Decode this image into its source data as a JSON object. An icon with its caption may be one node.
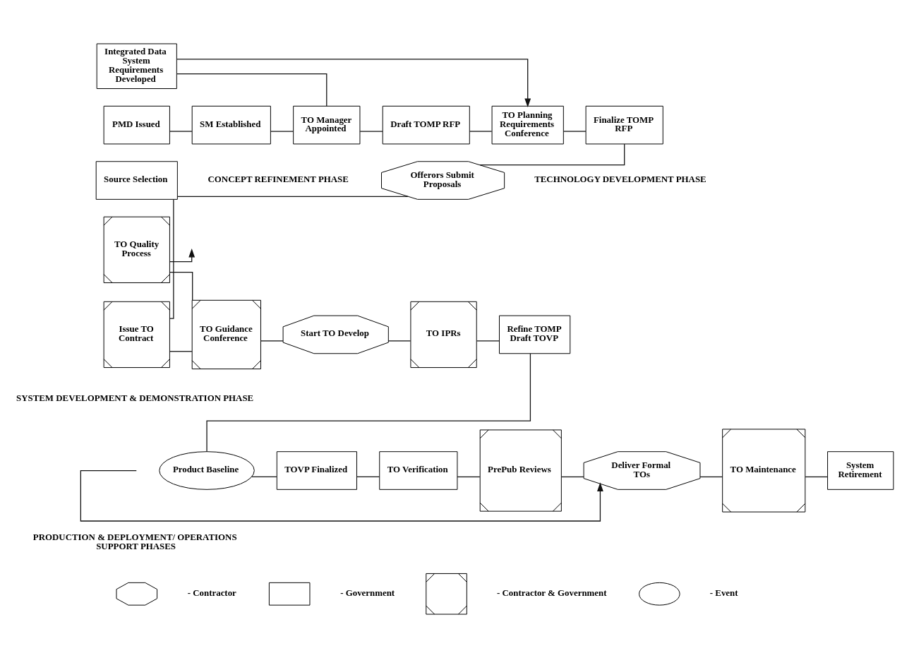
{
  "diagram": {
    "nodes": [
      {
        "text": [
          "PMD Issued"
        ]
      },
      {
        "text": [
          "SM Established"
        ]
      },
      {
        "text": [
          "TO Manager Appointed"
        ]
      },
      {
        "text": [
          "Integrated Data System Requirements Developed"
        ]
      },
      {
        "text": [
          "Draft TOMP RFP"
        ]
      },
      {
        "text": [
          "TO Planning Requirements Conference"
        ]
      },
      {
        "text": [
          "Finalize TOMP RFP"
        ]
      },
      {
        "text": [
          "Source Selection"
        ]
      },
      {
        "text": [
          "Offerors Submit Proposals"
        ]
      },
      {
        "text": [
          "Issue TO Contract"
        ]
      },
      {
        "text": [
          "TO Guidance Conference"
        ]
      },
      {
        "text": [
          "TO Quality Process"
        ]
      },
      {
        "text": [
          "Start TO Develop"
        ]
      },
      {
        "text": [
          "TO IPRs"
        ]
      },
      {
        "text": [
          "Refine TOMP Draft TOVP"
        ]
      },
      {
        "text": [
          "Product Baseline"
        ]
      },
      {
        "text": [
          "TOVP Finalized"
        ]
      },
      {
        "text": [
          "TO Verification"
        ]
      },
      {
        "text": [
          "PrePub Reviews"
        ]
      },
      {
        "text": [
          "Deliver Formal TOs"
        ]
      },
      {
        "text": [
          "TO Maintenance"
        ]
      },
      {
        "text": [
          "System Retirement"
        ]
      },
      {
        "text": [],
        "shape": "octagon"
      },
      {
        "text": [],
        "shape": "box"
      },
      {
        "text": [],
        "shape": "square"
      },
      {
        "text": [],
        "shape": "ellipse"
      }
    ],
    "edges": [
      {
        "from": 0,
        "to": 1,
        "arrow": "none"
      },
      {
        "from": 1,
        "to": 2,
        "arrow": "none"
      },
      {
        "from": 2,
        "to": 4,
        "arrow": "none"
      },
      {
        "from": 2,
        "to": 3,
        "arrow": "none"
      },
      {
        "from": 3,
        "to": 5,
        "arrow": "to"
      },
      {
        "from": 4,
        "to": 5,
        "arrow": "none"
      },
      {
        "from": 5,
        "to": 6,
        "arrow": "none"
      },
      {
        "from": 6,
        "to": 8,
        "arrow": "none"
      },
      {
        "from": 8,
        "to": 7,
        "arrow": "none"
      },
      {
        "from": 7,
        "to": 9,
        "arrow": "none"
      },
      {
        "from": 9,
        "to": 10,
        "arrow": "none"
      },
      {
        "from": 10,
        "to": 12,
        "arrow": "none"
      },
      {
        "from": 10,
        "to": 11,
        "arrow": "none"
      },
      {
        "from": 11,
        "to": null,
        "arrow": "to"
      },
      {
        "from": 12,
        "to": 13,
        "arrow": "none"
      },
      {
        "from": 13,
        "to": 14,
        "arrow": "none"
      },
      {
        "from": 14,
        "to": 15,
        "arrow": "none"
      },
      {
        "from": 15,
        "to": 16,
        "arrow": "none"
      },
      {
        "from": 16,
        "to": 17,
        "arrow": "none"
      },
      {
        "from": 17,
        "to": 18,
        "arrow": "none"
      },
      {
        "from": 18,
        "to": 19,
        "arrow": "none"
      },
      {
        "from": null,
        "to": 19,
        "arrow": "to"
      },
      {
        "from": 19,
        "to": 20,
        "arrow": "none"
      },
      {
        "from": 20,
        "to": 21,
        "arrow": "none"
      }
    ],
    "labels": [
      "CONCEPT REFINEMENT PHASE",
      "TECHNOLOGY DEVELOPMENT PHASE",
      "SYSTEM DEVELOPMENT & DEMONSTRATION PHASE",
      "PRODUCTION & DEPLOYMENT/ OPERATIONS SUPPORT PHASES"
    ],
    "legend": [
      {
        "text": "- Contractor"
      },
      {
        "text": "- Government"
      },
      {
        "text": "- Contractor & Government"
      },
      {
        "text": "- Event"
      }
    ]
  }
}
